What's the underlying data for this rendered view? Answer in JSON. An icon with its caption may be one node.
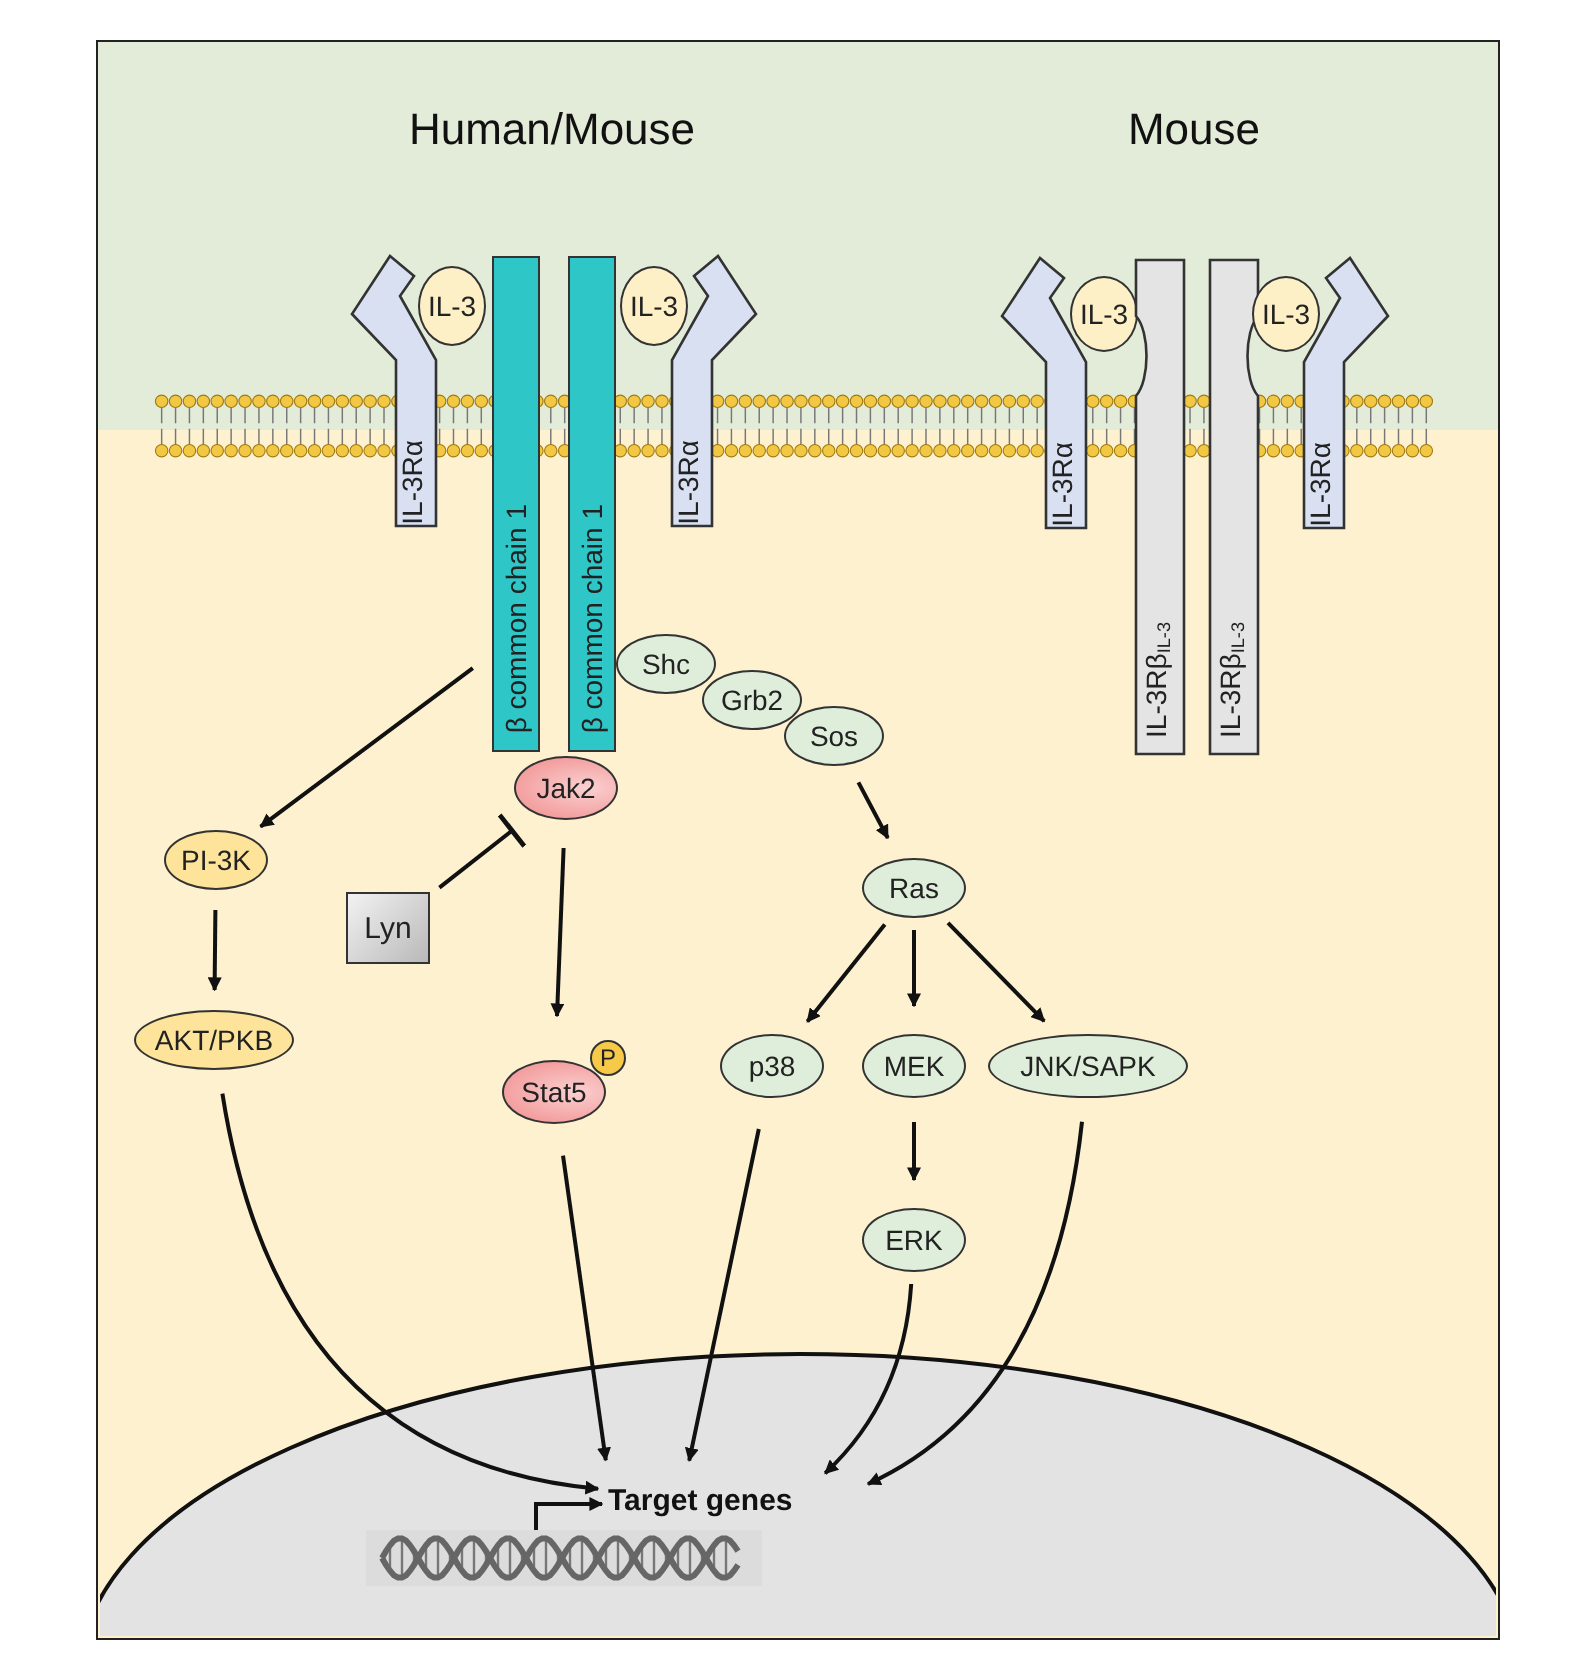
{
  "diagram": {
    "nodes": [
      {
        "text": [
          "IL-3Rα"
        ]
      },
      {
        "text": [
          "IL-3"
        ]
      },
      {
        "text": [
          "β common chain 1"
        ]
      },
      {
        "text": [
          "β common chain 1"
        ]
      },
      {
        "text": [
          "IL-3"
        ]
      },
      {
        "text": [
          "IL-3Rα"
        ]
      },
      {
        "text": [
          "IL-3Rα"
        ]
      },
      {
        "text": [
          "IL-3"
        ]
      },
      {
        "text": [
          "IL-3Rβ$_{IL-3}$"
        ]
      },
      {
        "text": [
          "IL-3Rβ$_{IL-3}$"
        ]
      },
      {
        "text": [
          "IL-3"
        ]
      },
      {
        "text": [
          "IL-3Rα"
        ]
      },
      {
        "text": [
          "Shc"
        ]
      },
      {
        "text": [
          "Grb2"
        ]
      },
      {
        "text": [
          "Sos"
        ]
      },
      {
        "text": [
          "Jak2"
        ]
      },
      {
        "text": [
          "PI-3K"
        ]
      },
      {
        "text": [
          "Lyn"
        ]
      },
      {
        "text": [
          "Ras"
        ]
      },
      {
        "text": [
          "AKT/PKB"
        ]
      },
      {
        "text": [
          "Stat5"
        ]
      },
      {
        "text": [
          "P"
        ]
      },
      {
        "text": [
          "p38"
        ]
      },
      {
        "text": [
          "MEK"
        ]
      },
      {
        "text": [
          "JNK/SAPK"
        ]
      },
      {
        "text": [
          "ERK"
        ]
      },
      {
        "text": [],
        "shape": "ellipse"
      },
      {
        "text": [],
        "shape": "picture",
        "in": 26
      },
      {
        "text": [
          "Target genes"
        ],
        "in": 26
      }
    ],
    "edges": [
      {
        "from": 2,
        "to": 16,
        "arrow": "to"
      },
      {
        "from": 16,
        "to": 19,
        "arrow": "to"
      },
      {
        "from": 17,
        "to": 15,
        "arrow": "other"
      },
      {
        "from": 15,
        "to": 20,
        "arrow": "to"
      },
      {
        "from": 14,
        "to": 18,
        "arrow": "to"
      },
      {
        "from": 18,
        "to": 22,
        "arrow": "to"
      },
      {
        "from": 18,
        "to": 23,
        "arrow": "to"
      },
      {
        "from": 18,
        "to": 24,
        "arrow": "to"
      },
      {
        "from": 23,
        "to": 25,
        "arrow": "to"
      },
      {
        "from": 19,
        "to": 28,
        "arrow": "to"
      },
      {
        "from": 20,
        "to": 28,
        "arrow": "to"
      },
      {
        "from": 22,
        "to": 28,
        "arrow": "to"
      },
      {
        "from": 25,
        "to": 28,
        "arrow": "to"
      },
      {
        "from": 24,
        "to": 28,
        "arrow": "to"
      },
      {
        "from": 27,
        "to": 28,
        "arrow": "to"
      }
    ],
    "labels": [
      "Human/Mouse",
      "Mouse"
    ]
  }
}
